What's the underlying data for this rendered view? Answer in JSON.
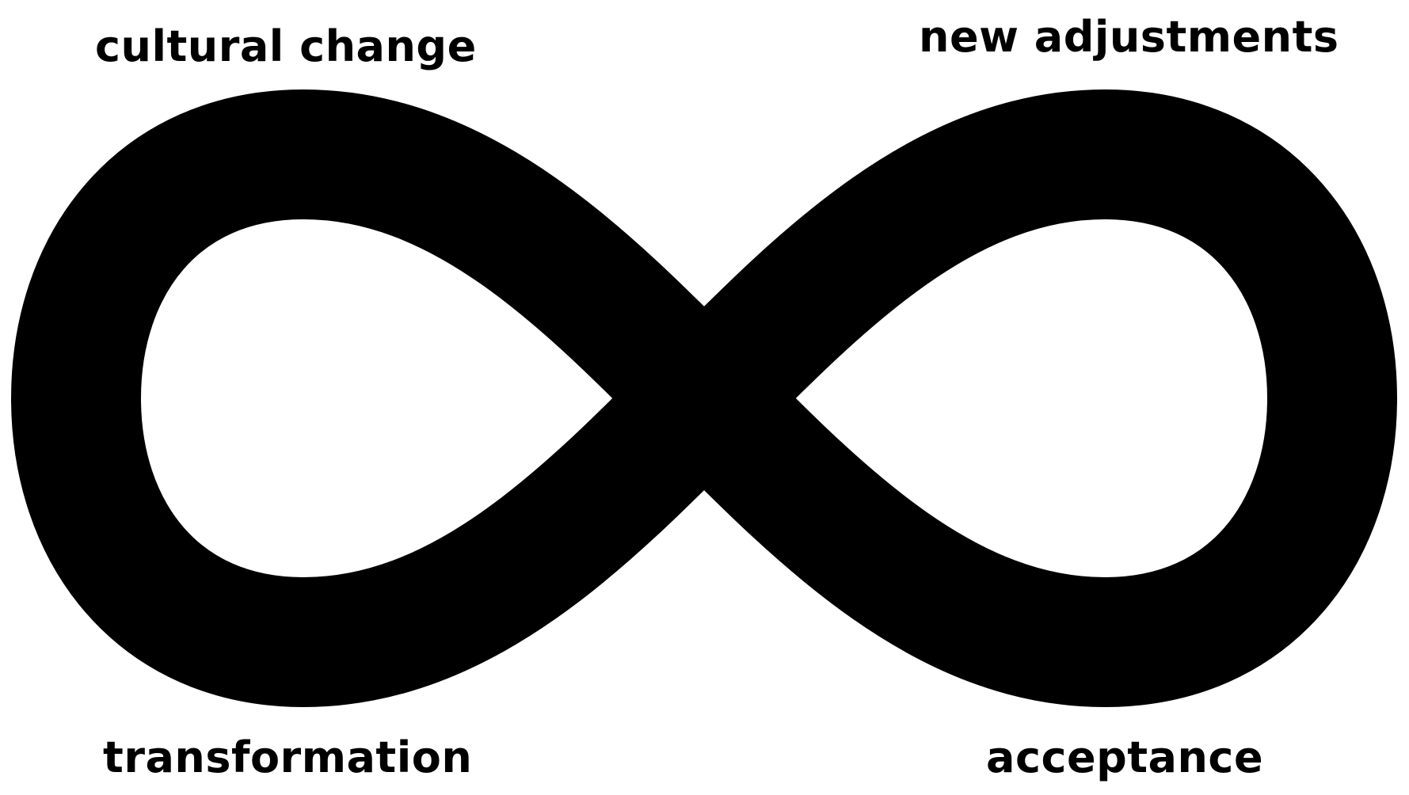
{
  "labels": {
    "top_left": "cultural change",
    "top_right": "new adjustments",
    "bottom_left": "transformation",
    "bottom_right": "acceptance"
  },
  "colors": {
    "loop": "#000000",
    "background": "#ffffff",
    "text": "#000000"
  },
  "icon": "infinity-icon"
}
